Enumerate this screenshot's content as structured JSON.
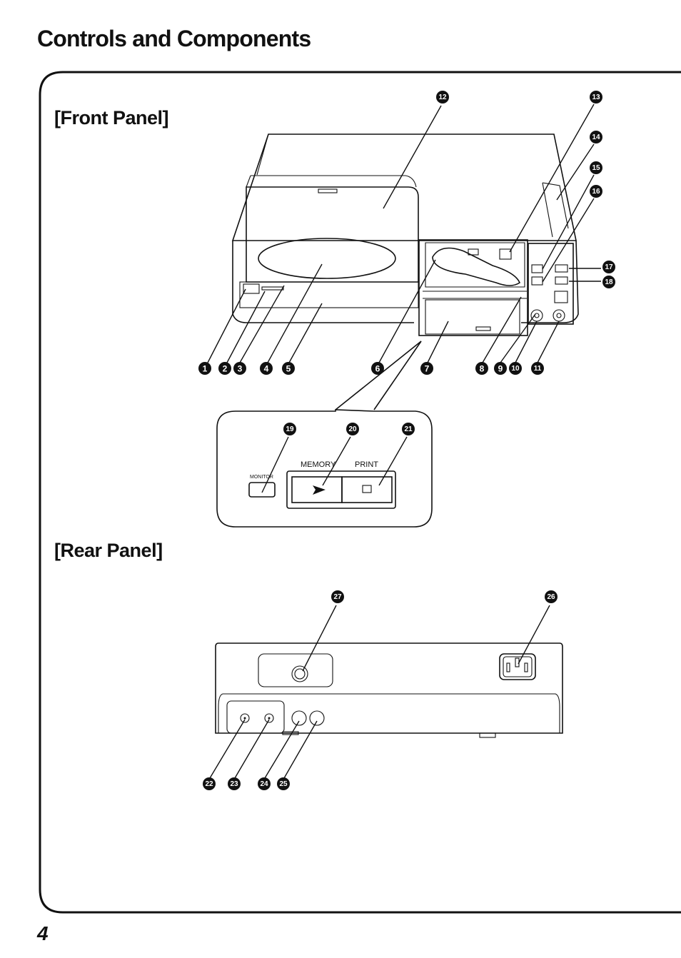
{
  "page": {
    "title": "Controls and Components",
    "page_number": "4"
  },
  "front_panel": {
    "heading": "[Front Panel]",
    "callouts": [
      "1",
      "2",
      "3",
      "4",
      "5",
      "6",
      "7",
      "8",
      "9",
      "10",
      "11",
      "12",
      "13",
      "14",
      "15",
      "16",
      "17",
      "18"
    ],
    "detail": {
      "callouts": [
        "19",
        "20",
        "21"
      ],
      "monitor_label": "MONITOR",
      "memory_label": "MEMORY",
      "print_label": "PRINT"
    }
  },
  "rear_panel": {
    "heading": "[Rear Panel]",
    "callouts": [
      "22",
      "23",
      "24",
      "25",
      "26",
      "27"
    ]
  },
  "icons": {
    "callout_badge": "filled-circle-number",
    "memory_button": "play-arrow-icon",
    "print_button": "square-icon"
  }
}
